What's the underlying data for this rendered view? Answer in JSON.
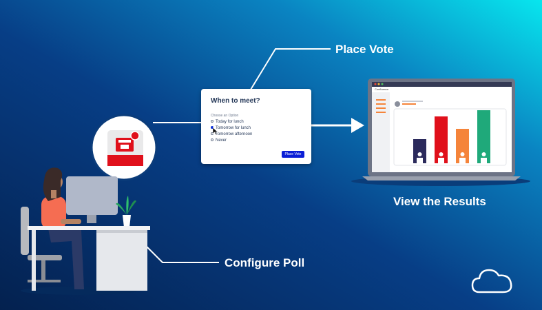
{
  "labels": {
    "place_vote": "Place Vote",
    "view_results": "View the Results",
    "configure_poll": "Configure Poll"
  },
  "poll": {
    "title": "When to meet?",
    "subtitle": "Choose an Option",
    "options": [
      {
        "label": "Today for lunch",
        "selected": false
      },
      {
        "label": "Tomorrow for lunch",
        "selected": true
      },
      {
        "label": "Tomorrow afternoon",
        "selected": false
      },
      {
        "label": "Never",
        "selected": false
      }
    ],
    "button": "Place Vote"
  },
  "laptop": {
    "app_title": "Confluence"
  },
  "results_chart": {
    "type": "bar",
    "values": [
      35,
      68,
      50,
      77
    ],
    "colors": [
      "#2b2a5c",
      "#e0101b",
      "#f5843a",
      "#1fa97a"
    ]
  },
  "icons": [
    "poll-app-icon",
    "cloud-icon",
    "cursor-icon",
    "plant-icon"
  ]
}
